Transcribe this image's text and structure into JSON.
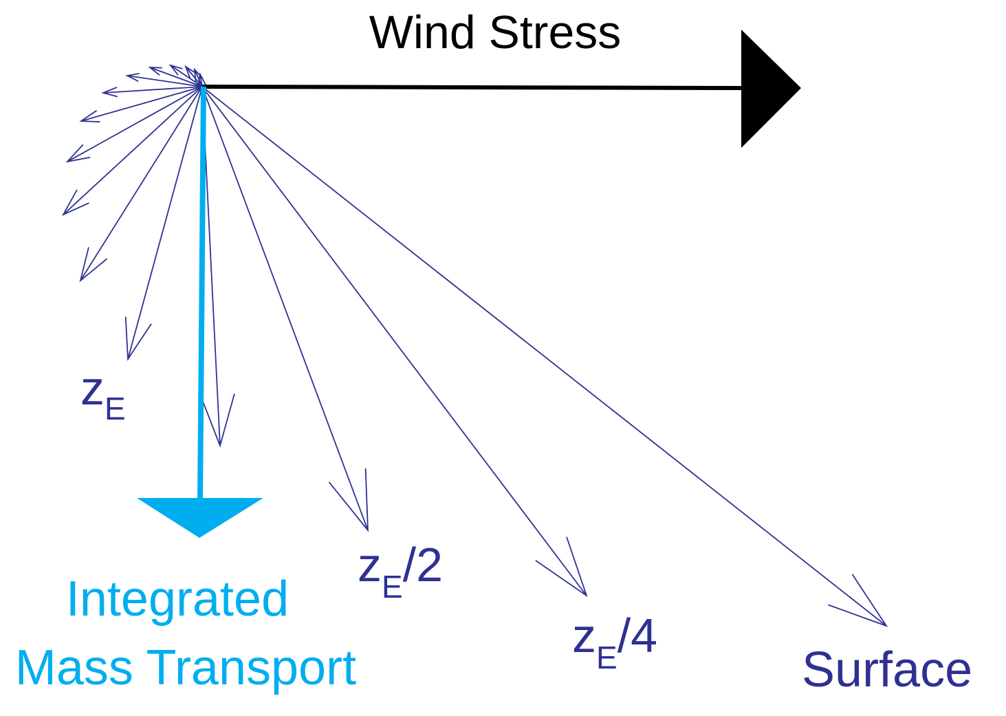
{
  "title": "Wind Stress",
  "labels": {
    "integrated_line1": "Integrated",
    "integrated_line2": "Mass Transport",
    "depth_ze": {
      "base": "z",
      "sub": "E",
      "suffix": ""
    },
    "depth_ze_half": {
      "base": "z",
      "sub": "E",
      "suffix": "/2"
    },
    "depth_ze_quarter": {
      "base": "z",
      "sub": "E",
      "suffix": "/4"
    },
    "surface": "Surface"
  },
  "colors": {
    "wind_arrow": "#000000",
    "spiral_arrows": "#2e3192",
    "transport_arrow": "#00aeef",
    "title_text": "#000000",
    "transport_text": "#00aeef",
    "depth_text": "#2e3192"
  }
}
